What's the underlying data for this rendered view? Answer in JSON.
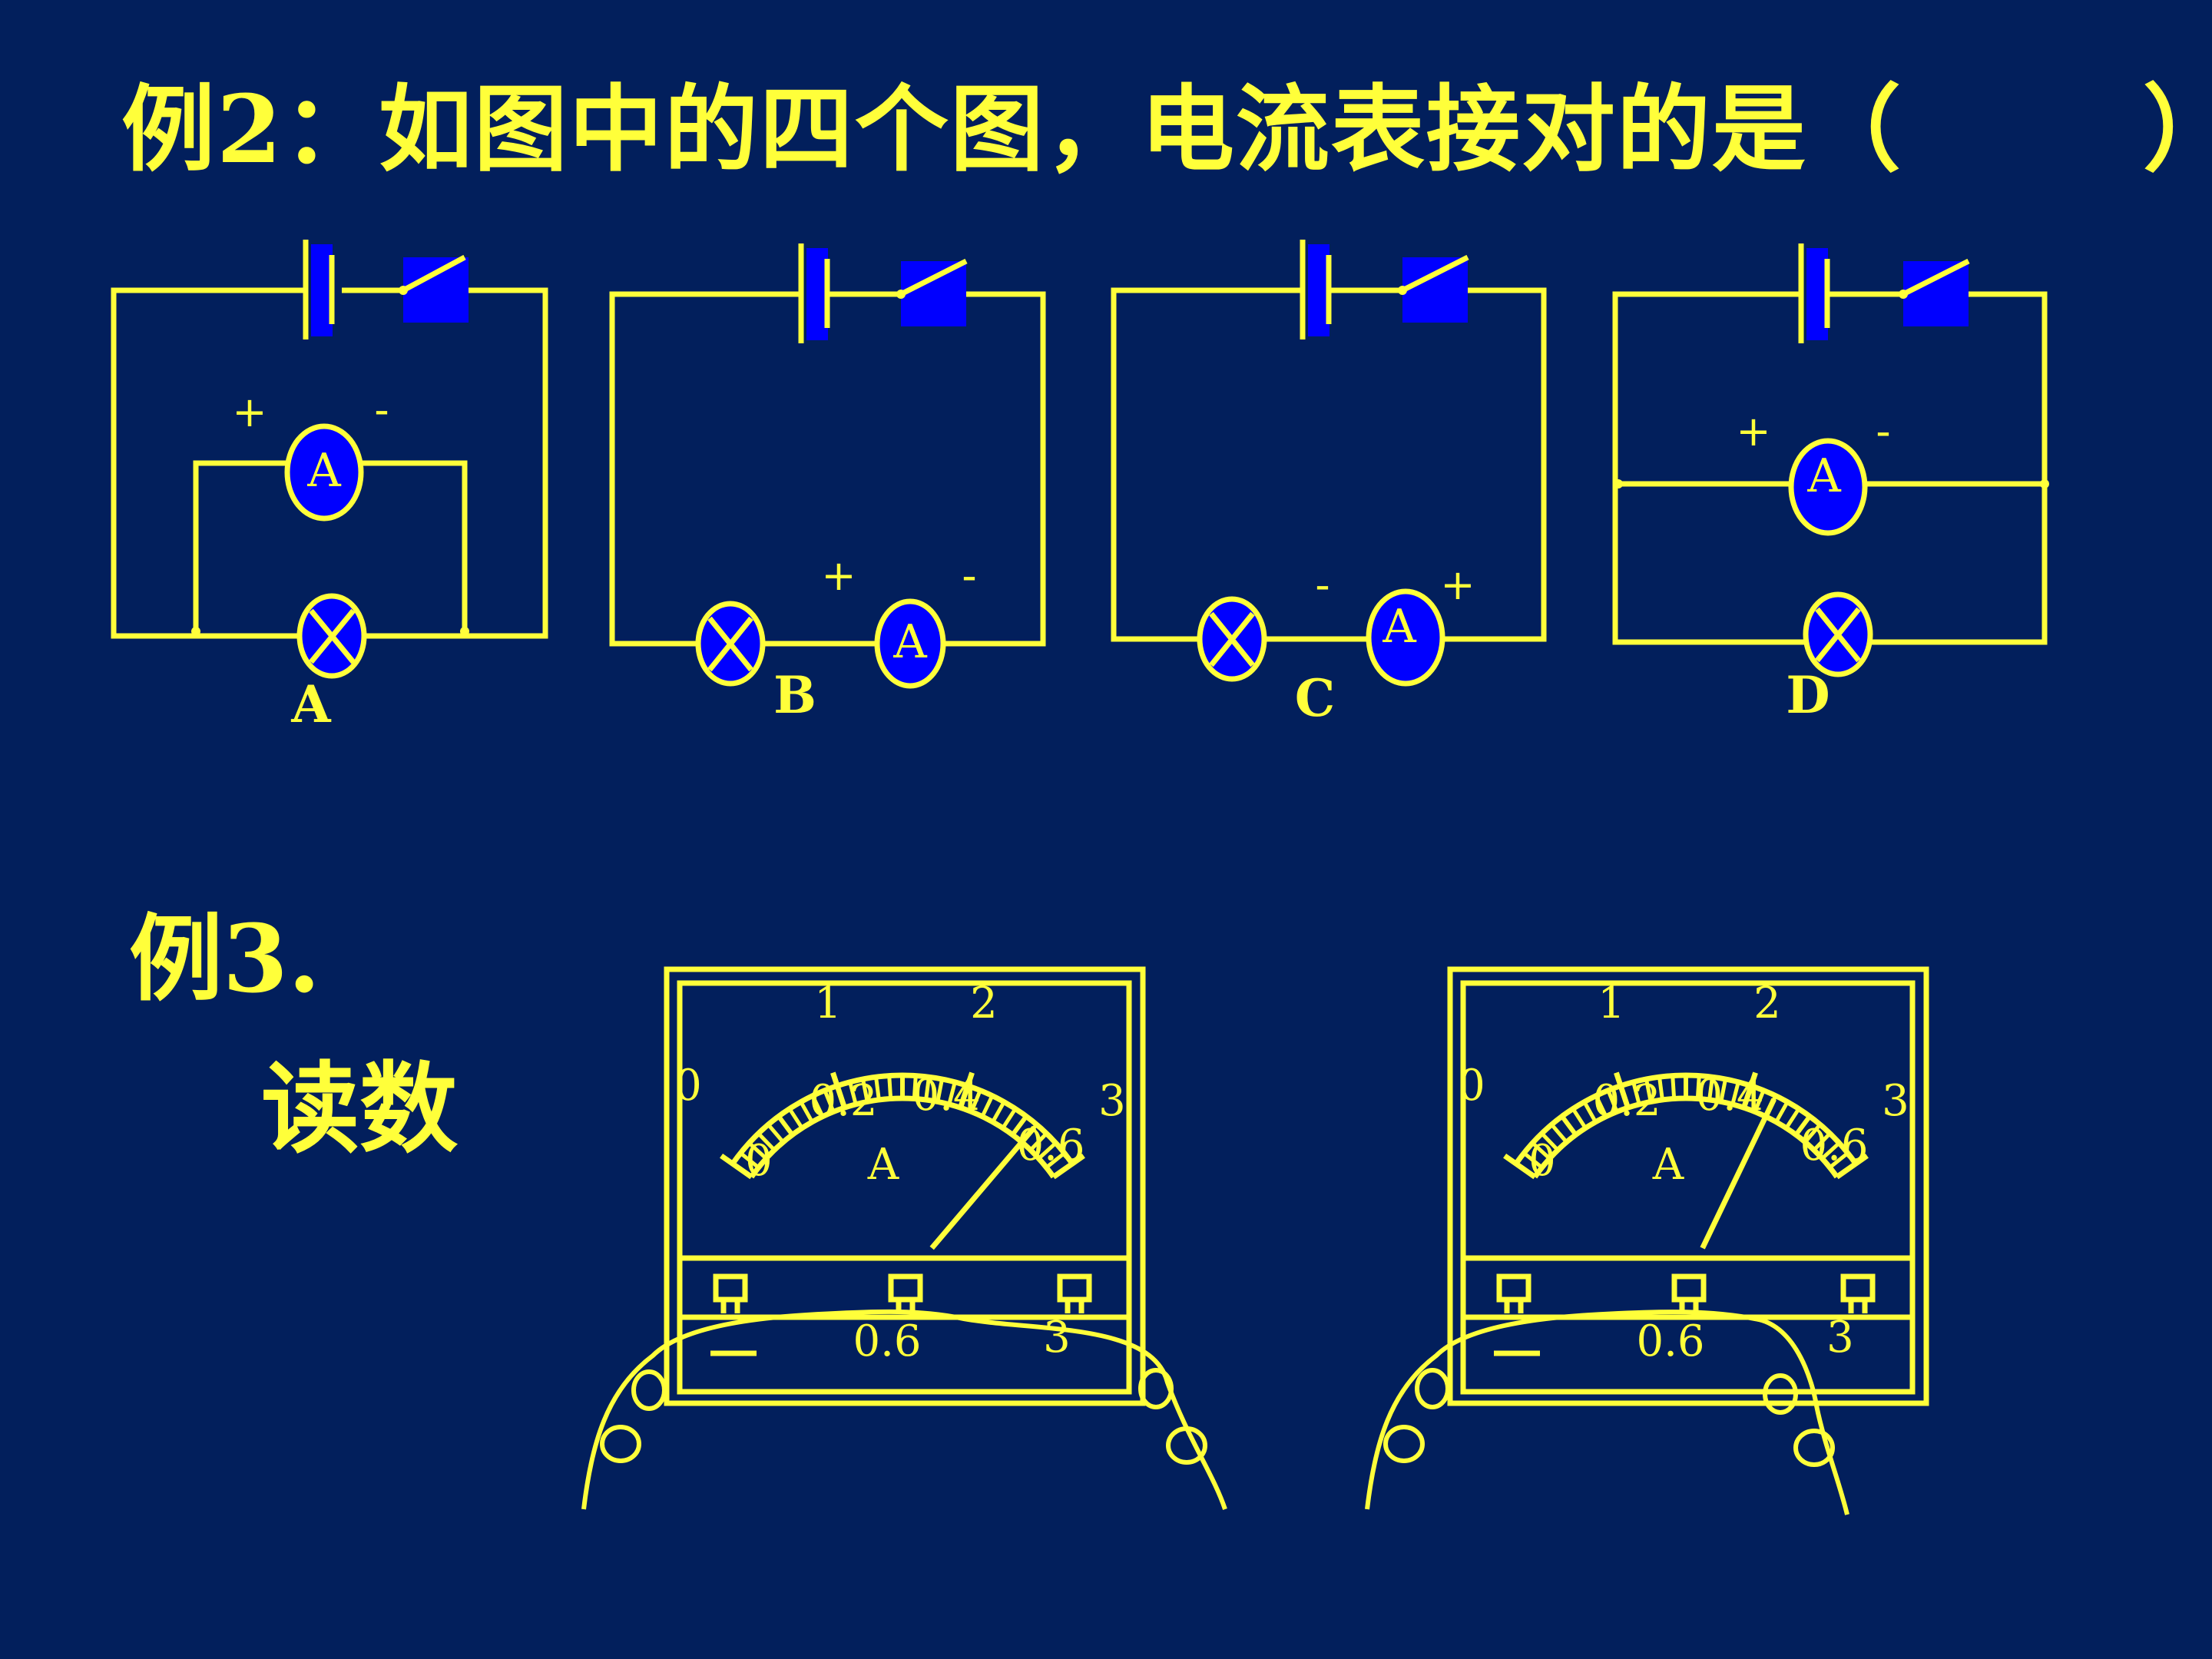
{
  "title": "例2：如图中的四个图，电流表接对的是（",
  "title_close": "）",
  "circuits": {
    "A": {
      "label": "A",
      "plus": "+",
      "minus": "-",
      "meter": "A"
    },
    "B": {
      "label": "B",
      "plus": "+",
      "minus": "-",
      "meter": "A"
    },
    "C": {
      "label": "C",
      "plus": "+",
      "minus": "-",
      "meter": "A"
    },
    "D": {
      "label": "D",
      "plus": "+",
      "minus": "-",
      "meter": "A"
    }
  },
  "example3": {
    "heading": "例3.",
    "subtitle": "读数"
  },
  "meter_scale": {
    "big_min": "0",
    "big_1": "1",
    "big_2": "2",
    "big_max": "3",
    "small_min": "0",
    "small_1": "0.2",
    "small_2": "0.4",
    "small_max": "0.6",
    "unit": "A",
    "terminal_minus": "—",
    "terminal_06": "0.6",
    "terminal_3": "3"
  },
  "meters": [
    {
      "needle_value_0_6_range": 0.52,
      "wired_terminal": "0.6"
    },
    {
      "needle_value_0_6_range": 0.44,
      "wired_terminal": "3"
    }
  ],
  "colors": {
    "background": "#021f5c",
    "foreground": "#ffff3a",
    "fill": "#0000ff"
  }
}
